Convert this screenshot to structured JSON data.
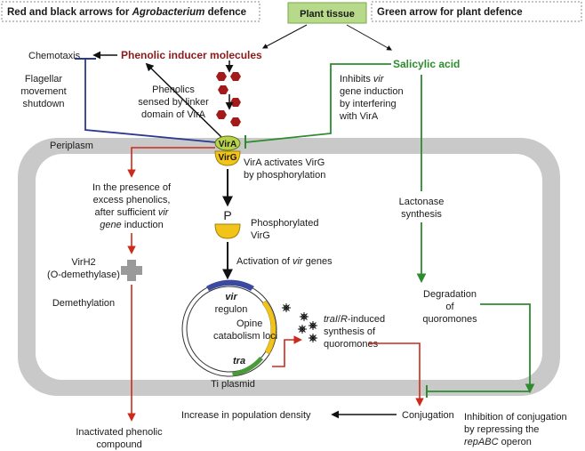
{
  "header": {
    "left_title_prefix": "Red and black arrows for ",
    "left_title_italic": "Agrobacterium",
    "left_title_suffix": " defence",
    "right_title": "Green arrow for plant defence",
    "plant_tissue": "Plant tissue"
  },
  "top": {
    "chemotaxis": "Chemotaxis",
    "phenolic_inducer": "Phenolic inducer molecules",
    "salicylic_acid": "Salicylic acid",
    "flagellar_1": "Flagellar",
    "flagellar_2": "movement",
    "flagellar_3": "shutdown",
    "phenolics_1": "Phenolics",
    "phenolics_2": "sensed by linker",
    "phenolics_3": "domain of VirA",
    "inhibits_1_prefix": "Inhibits ",
    "inhibits_1_italic": "vir",
    "inhibits_2": "gene induction",
    "inhibits_3": "by interfering",
    "inhibits_4": "with VirA"
  },
  "cell": {
    "periplasm": "Periplasm",
    "vira": "VirA",
    "virg": "VirG",
    "vira_activates_1": "VirA activates VirG",
    "vira_activates_2": "by phosphorylation",
    "presence_1": "In the presence of",
    "presence_2": "excess phenolics,",
    "presence_3_prefix": "after sufficient ",
    "presence_3_italic": "vir",
    "presence_4_italic": "gene",
    "presence_4_suffix": " induction",
    "p_label": "P",
    "phospho_1": "Phosphorylated",
    "phospho_2": "VirG",
    "lactonase_1": "Lactonase",
    "lactonase_2": "synthesis",
    "virh2_1": "VirH2",
    "virh2_2": "(O-demethylase)",
    "activation_prefix": "Activation of ",
    "activation_italic": "vir",
    "activation_suffix": " genes",
    "degradation_1": "Degradation",
    "degradation_2": "of",
    "degradation_3": "quoromones",
    "vir_label": "vir",
    "regulon": "regulon",
    "opine_1": "Opine",
    "opine_2": "catabolism loci",
    "demethylation": "Demethylation",
    "tral_italic": "traI",
    "tral_mid": "/",
    "tral_r_italic": "R",
    "tral_suffix": "-induced",
    "tral_2": "synthesis of",
    "tral_3": "quoromones",
    "tra_label": "tra",
    "ti_plasmid": "Ti plasmid",
    "increase": "Increase in population density",
    "conjugation": "Conjugation"
  },
  "bottom": {
    "inactivated_1": "Inactivated phenolic",
    "inactivated_2": "compound",
    "inhibition_1": "Inhibition of conjugation",
    "inhibition_2": "by repressing the",
    "inhibition_3_italic": "repABC",
    "inhibition_3_suffix": " operon"
  },
  "colors": {
    "red_arrow": "#cc2a1a",
    "black_arrow": "#111111",
    "green_arrow": "#2e8b2e",
    "blue_arrow": "#2b3a8f",
    "phenolic_hex": "#a31a1a",
    "plant_box": "#b6d98a",
    "cell_wall": "#c9c9c9",
    "vira_fill": "#b8d24a",
    "virg_fill": "#f2c318",
    "plasmid_blue": "#3b4aa0",
    "plasmid_green": "#4a9a3a",
    "plasmid_yellow": "#f2c318"
  }
}
